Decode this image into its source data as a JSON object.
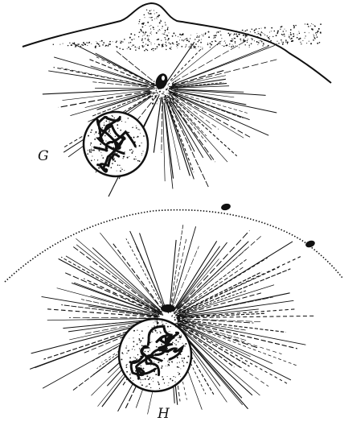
{
  "figures": [
    {
      "label": "G",
      "nucleus_state": "resting",
      "aster": "radiating"
    },
    {
      "label": "H",
      "nucleus_state": "resting",
      "aster": "radiating"
    }
  ],
  "colors": {
    "ink": "#111111",
    "paper": "#ffffff"
  }
}
